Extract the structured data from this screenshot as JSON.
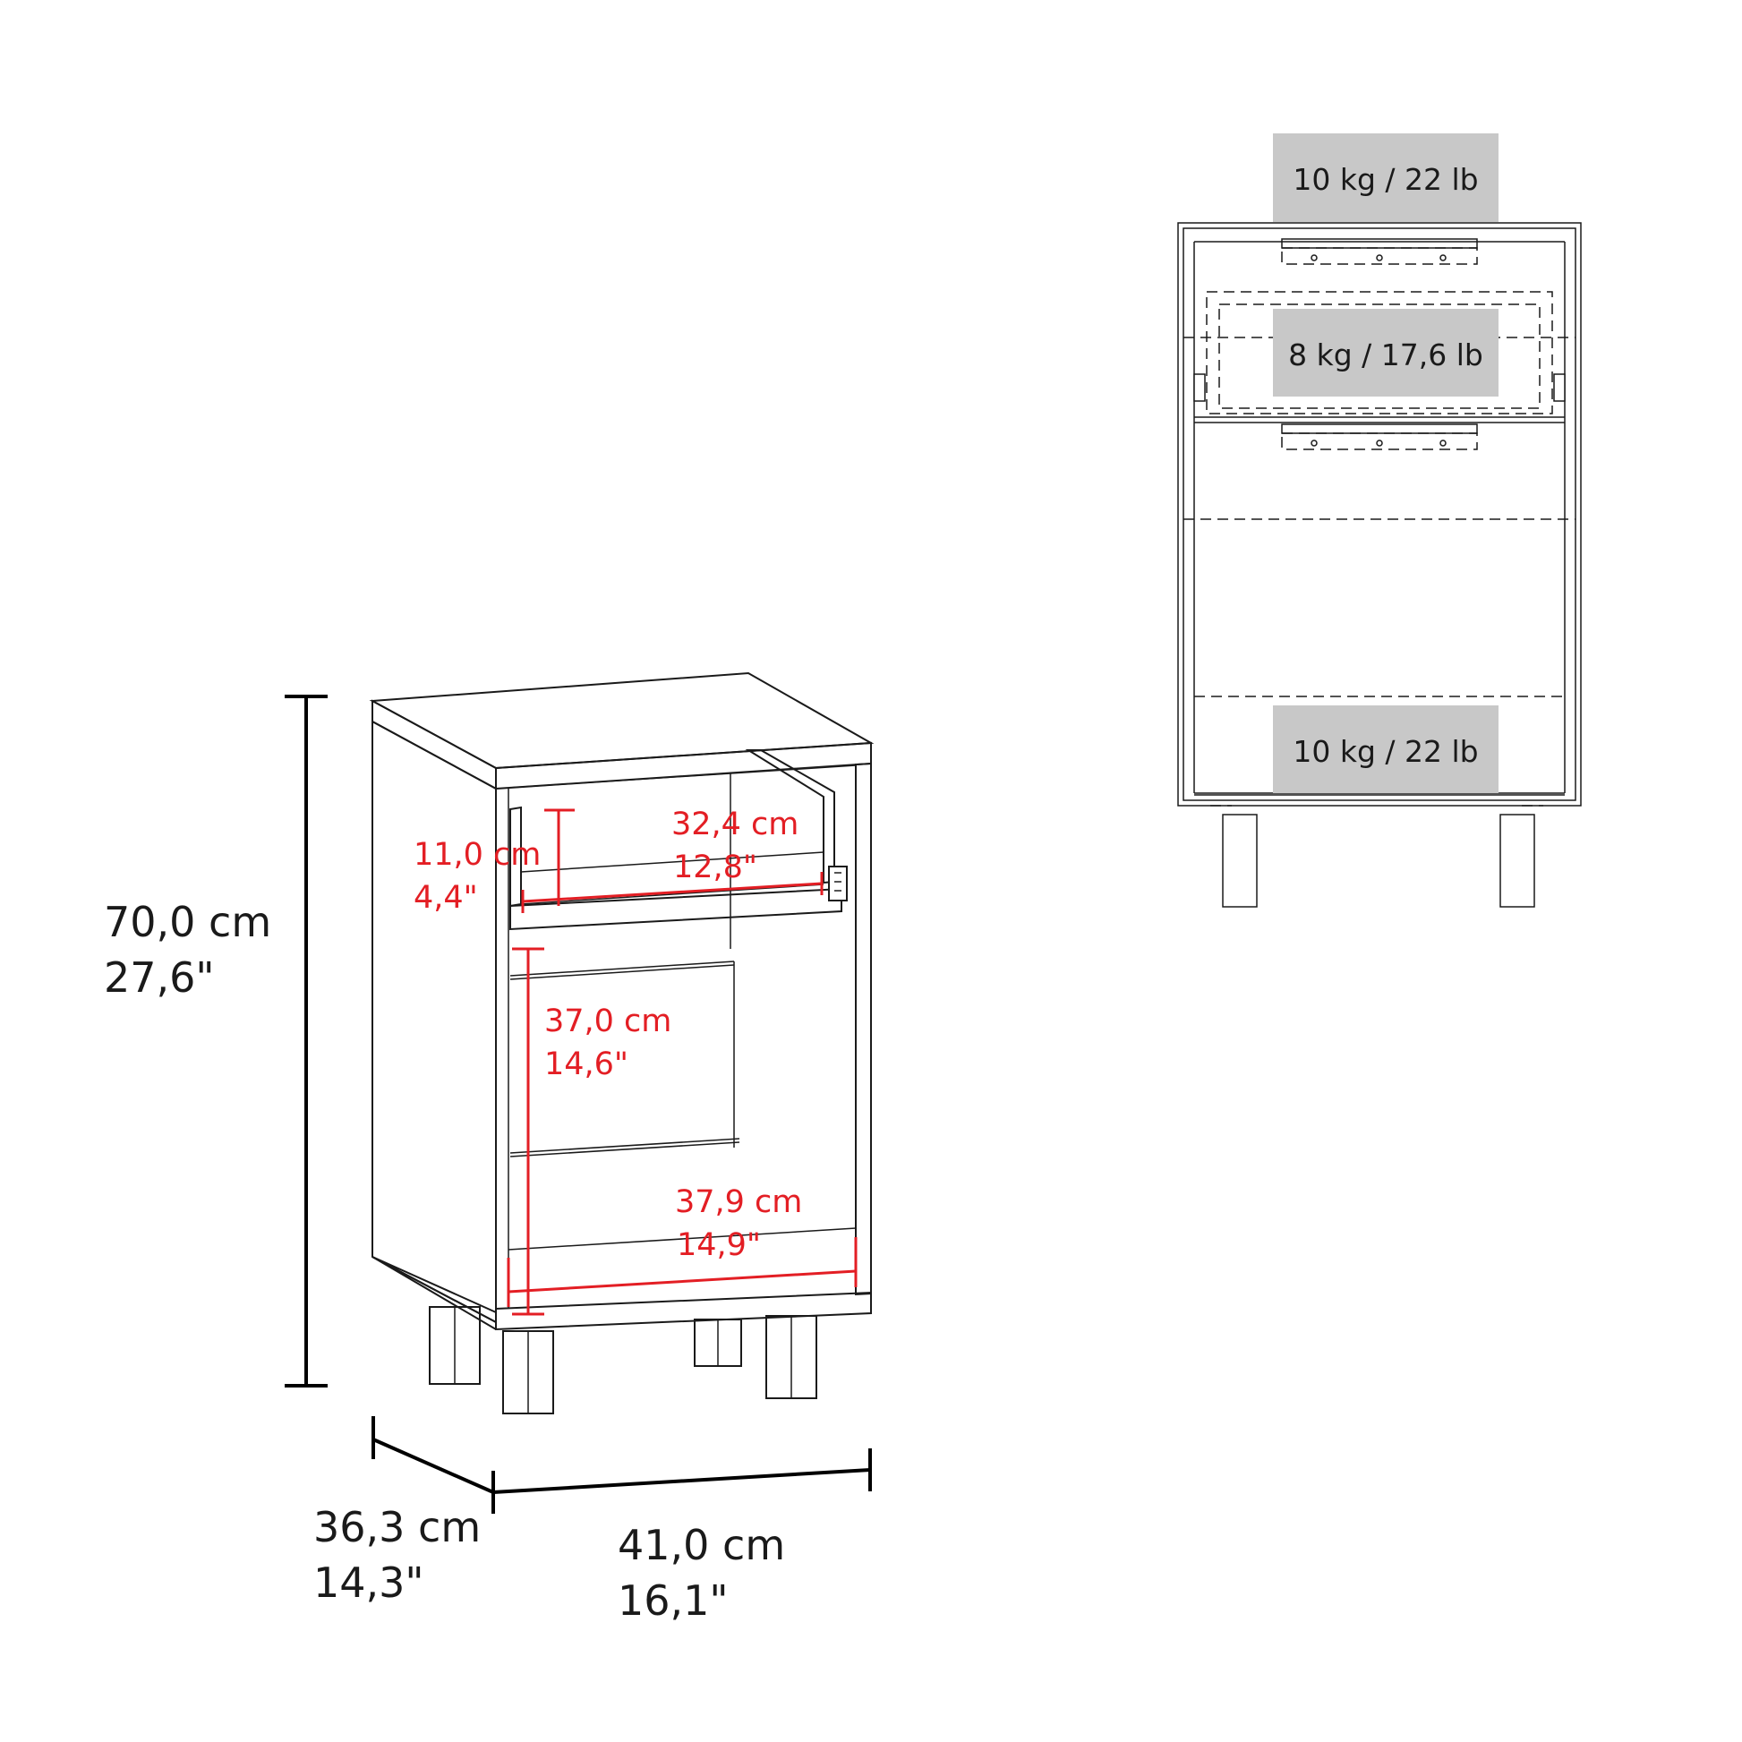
{
  "dimensions": {
    "height": {
      "cm": "70,0 cm",
      "in": "27,6\""
    },
    "depth": {
      "cm": "36,3 cm",
      "in": "14,3\""
    },
    "width": {
      "cm": "41,0 cm",
      "in": "16,1\""
    },
    "drawer_height": {
      "cm": "11,0 cm",
      "in": "4,4\""
    },
    "drawer_width": {
      "cm": "32,4 cm",
      "in": "12,8\""
    },
    "cabinet_height": {
      "cm": "37,0 cm",
      "in": "14,6\""
    },
    "cabinet_width": {
      "cm": "37,9 cm",
      "in": "14,9\""
    }
  },
  "loads": {
    "top": "10 kg / 22 lb",
    "drawer": "8 kg / 17,6 lb",
    "bottom": "10 kg / 22 lb"
  },
  "colors": {
    "line": "#1a1a1a",
    "measure_red": "#e31e24",
    "load_box": "#c8c8c8"
  }
}
